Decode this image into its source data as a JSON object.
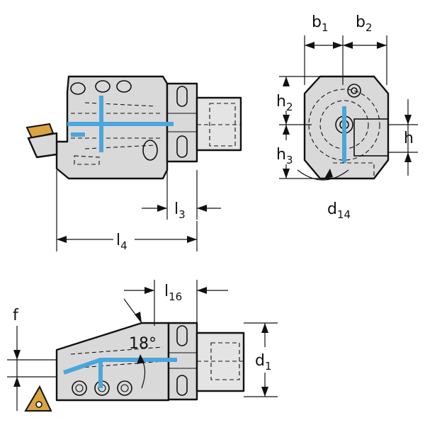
{
  "labels": {
    "b1": "b",
    "b1_sub": "1",
    "b2": "b",
    "b2_sub": "2",
    "h2": "h",
    "h2_sub": "2",
    "h3": "h",
    "h3_sub": "3",
    "h": "h",
    "d14": "d",
    "d14_sub": "14",
    "l3": "l",
    "l3_sub": "3",
    "l4": "l",
    "l4_sub": "4",
    "l16": "l",
    "l16_sub": "16",
    "f": "f",
    "d1": "d",
    "d1_sub": "1",
    "angle": "18°"
  },
  "colors": {
    "coolant": "#4aa6dc",
    "body": "#d9d9d9",
    "insert": "#d9a441"
  }
}
